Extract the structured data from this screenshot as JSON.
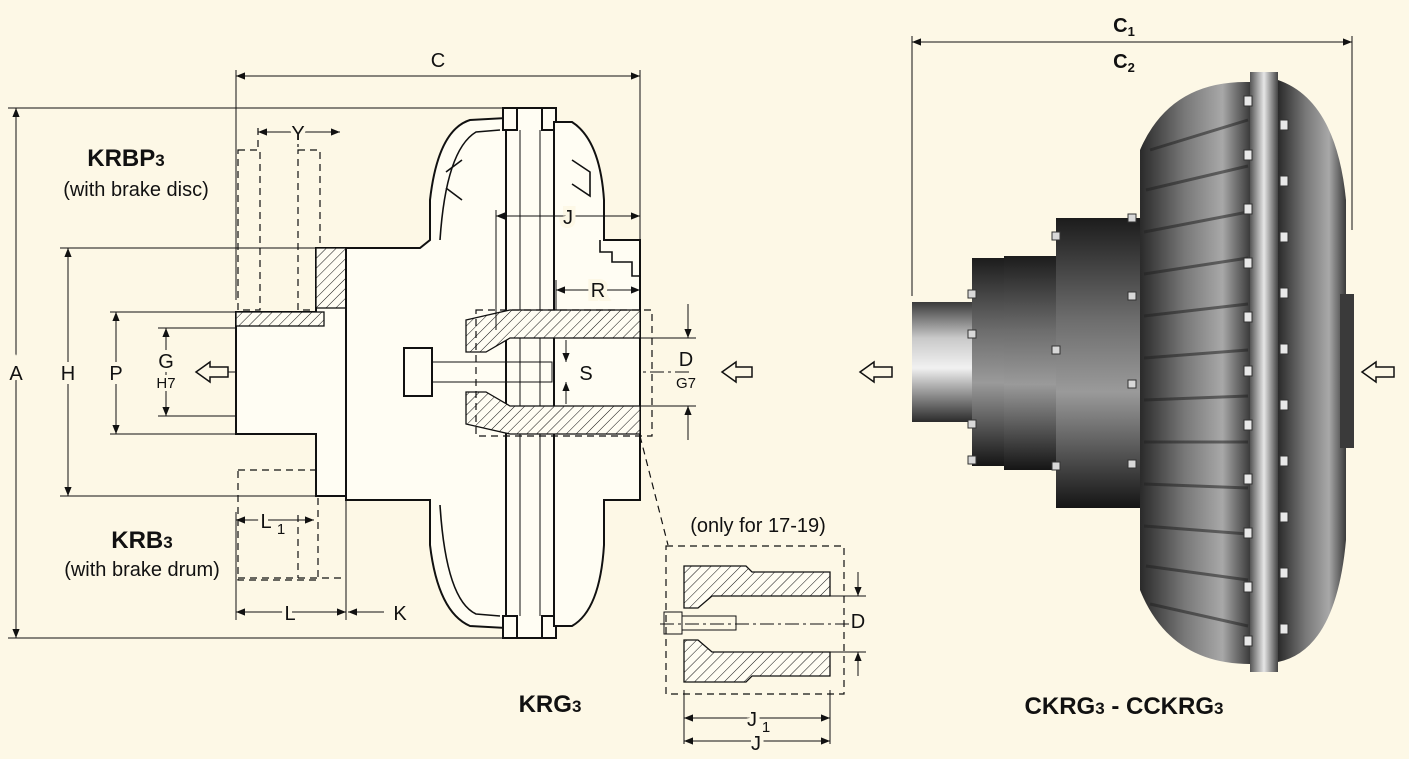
{
  "dimensions": {
    "A": "A",
    "C": "C",
    "H": "H",
    "P": "P",
    "G": "G",
    "G_tol": "H7",
    "Y": "Y",
    "J": "J",
    "R": "R",
    "D": "D",
    "D_tol": "G7",
    "S": "S",
    "L": "L",
    "L1": "L",
    "L1_sub": "1",
    "K": "K",
    "C1": "C",
    "C1_sub": "1",
    "C2": "C",
    "C2_sub": "2",
    "J1": "J",
    "J1_sub": "1",
    "D_detail": "D",
    "J_detail": "J"
  },
  "labels": {
    "krbp3_main": "KRBP",
    "krbp3_sub": "3",
    "krbp3_desc": "(with brake disc)",
    "krb3_main": "KRB",
    "krb3_sub": "3",
    "krb3_desc": "(with brake drum)",
    "krg3_main": "KRG",
    "krg3_sub": "3",
    "detail_note": "(only for 17-19)",
    "ckrg_a": "CKRG",
    "ckrg_a_sub": "3",
    "ckrg_sep": " - ",
    "ckrg_b": "CCKRG",
    "ckrg_b_sub": "3"
  },
  "colors": {
    "background": "#fdf8e6",
    "line": "#111111",
    "metal_dark": "#2a2a2a",
    "metal_mid": "#6e6e6e",
    "metal_light": "#b8b8b8"
  }
}
